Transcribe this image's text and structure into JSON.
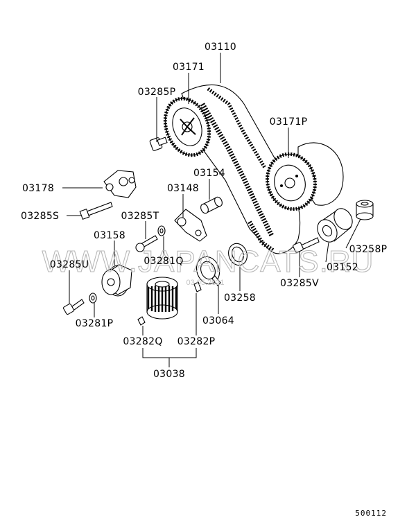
{
  "watermark": {
    "text": "WWW.JAPANCATS.RU",
    "sub": "03.05.2021"
  },
  "diagram_code": "500112",
  "labels": {
    "p03110": "03110",
    "p03171": "03171",
    "p03285P": "03285P",
    "p03171P": "03171P",
    "p03178": "03178",
    "p03154": "03154",
    "p03148": "03148",
    "p03285S": "03285S",
    "p03285T": "03285T",
    "p03158": "03158",
    "p03281Q": "03281Q",
    "p03285U": "03285U",
    "p03258P": "03258P",
    "p03152": "03152",
    "p03285V": "03285V",
    "p03258": "03258",
    "p03064": "03064",
    "p03281P": "03281P",
    "p03282Q": "03282Q",
    "p03282P": "03282P",
    "p03038": "03038"
  }
}
